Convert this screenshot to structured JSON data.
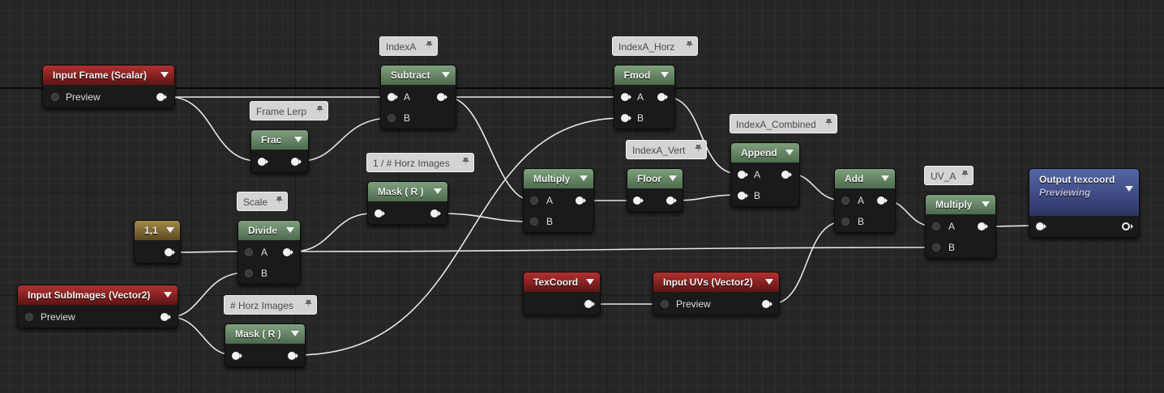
{
  "comments": {
    "indexA": "IndexA",
    "indexA_horz": "IndexA_Horz",
    "frame_lerp": "Frame Lerp",
    "indexA_combined": "IndexA_Combined",
    "horz_images_recip": "1 / # Horz Images",
    "indexA_vert": "IndexA_Vert",
    "uv_a": "UV_A",
    "scale": "Scale",
    "horz_images": "# Horz Images"
  },
  "nodes": {
    "input_frame": {
      "title": "Input Frame (Scalar)",
      "preview_label": "Preview"
    },
    "subtract": {
      "title": "Subtract",
      "pin_a": "A",
      "pin_b": "B"
    },
    "fmod": {
      "title": "Fmod",
      "pin_a": "A",
      "pin_b": "B"
    },
    "frac": {
      "title": "Frac"
    },
    "append": {
      "title": "Append",
      "pin_a": "A",
      "pin_b": "B"
    },
    "mask_r_top": {
      "title": "Mask ( R )"
    },
    "multiply_mid": {
      "title": "Multiply",
      "pin_a": "A",
      "pin_b": "B"
    },
    "floor": {
      "title": "Floor"
    },
    "add": {
      "title": "Add",
      "pin_a": "A",
      "pin_b": "B"
    },
    "multiply_out": {
      "title": "Multiply",
      "pin_a": "A",
      "pin_b": "B"
    },
    "output": {
      "title": "Output texcoord",
      "status": "Previewing"
    },
    "constant": {
      "title": "1,1"
    },
    "divide": {
      "title": "Divide",
      "pin_a": "A",
      "pin_b": "B"
    },
    "input_subimages": {
      "title": "Input SubImages (Vector2)",
      "preview_label": "Preview"
    },
    "texcoord": {
      "title": "TexCoord"
    },
    "input_uvs": {
      "title": "Input UVs (Vector2)",
      "preview_label": "Preview"
    },
    "mask_r_bottom": {
      "title": "Mask ( R )"
    }
  },
  "colors": {
    "background": "#262626",
    "function_header": "#5f7f5f",
    "input_header": "#8c1f1f",
    "constant_header": "#8a7235",
    "output_header": "#3d4a85",
    "wire": "#e6e6e6"
  }
}
